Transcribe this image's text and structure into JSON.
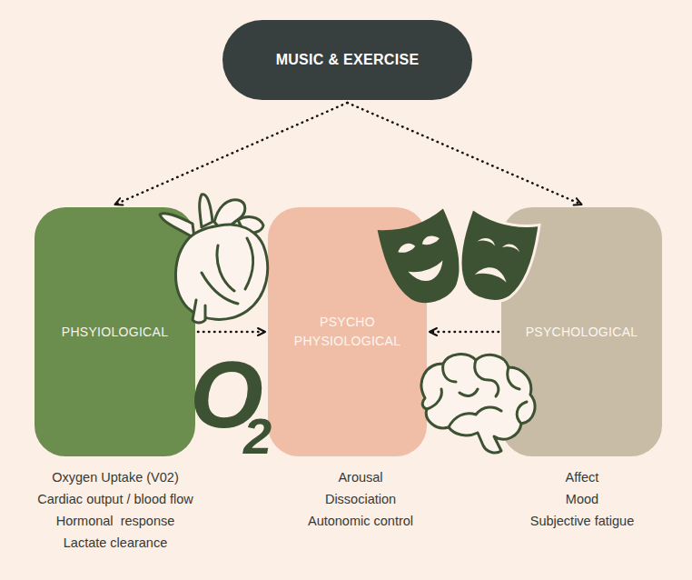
{
  "diagram": {
    "nodes": [
      {
        "text": [
          "MUSIC & EXERCISE"
        ]
      },
      {
        "text": [
          "PHSYIOLOGICAL"
        ]
      },
      {
        "text": [
          "PSYCHO PHYSIOLOGICAL"
        ]
      },
      {
        "text": [
          "PSYCHOLOGICAL"
        ]
      }
    ],
    "edges": [
      {
        "from": 0,
        "to": 1,
        "arrow": "to"
      },
      {
        "from": 0,
        "to": 3,
        "arrow": "to"
      },
      {
        "from": 1,
        "to": 2,
        "arrow": "to"
      },
      {
        "from": 3,
        "to": 2,
        "arrow": "to"
      }
    ],
    "labels": [
      "Oxygen Uptake (V02)",
      "Cardiac output / blood flow",
      "Hormonal  response",
      "Lactate clearance",
      "Arousal",
      "Dissociation",
      "Autonomic control",
      "Affect",
      "Mood",
      "Subjective fatigue",
      "O",
      "2"
    ]
  }
}
